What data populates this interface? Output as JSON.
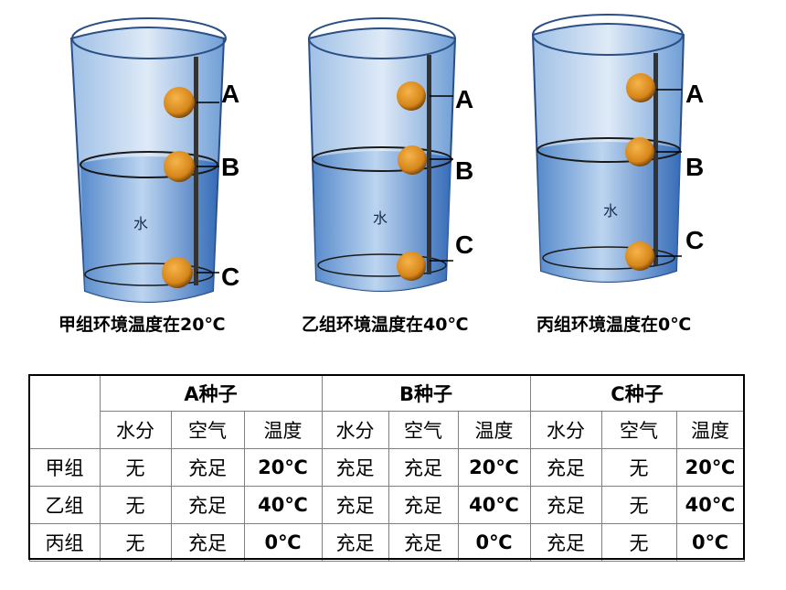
{
  "beakers": [
    {
      "caption": "甲组环境温度在20℃",
      "water_label": "水",
      "labels": [
        "A",
        "B",
        "C"
      ]
    },
    {
      "caption": "乙组环境温度在40℃",
      "water_label": "水",
      "labels": [
        "A",
        "B",
        "C"
      ]
    },
    {
      "caption": "丙组环境温度在0℃",
      "water_label": "水",
      "labels": [
        "A",
        "B",
        "C"
      ]
    }
  ],
  "table": {
    "seed_groups": [
      "A种子",
      "B种子",
      "C种子"
    ],
    "conditions": [
      "水分",
      "空气",
      "温度"
    ],
    "rows": [
      {
        "group": "甲组",
        "cells": [
          "无",
          "充足",
          "20℃",
          "充足",
          "充足",
          "20℃",
          "充足",
          "无",
          "20℃"
        ]
      },
      {
        "group": "乙组",
        "cells": [
          "无",
          "充足",
          "40℃",
          "充足",
          "充足",
          "40℃",
          "充足",
          "无",
          "40℃"
        ]
      },
      {
        "group": "丙组",
        "cells": [
          "无",
          "充足",
          "0℃",
          "充足",
          "充足",
          "0℃",
          "充足",
          "无",
          "0℃"
        ]
      }
    ]
  },
  "colors": {
    "none_text": "#1f5a24",
    "sufficient_text": "#a01818",
    "water": "#4a7fc4",
    "seed": "#d98a1c"
  }
}
